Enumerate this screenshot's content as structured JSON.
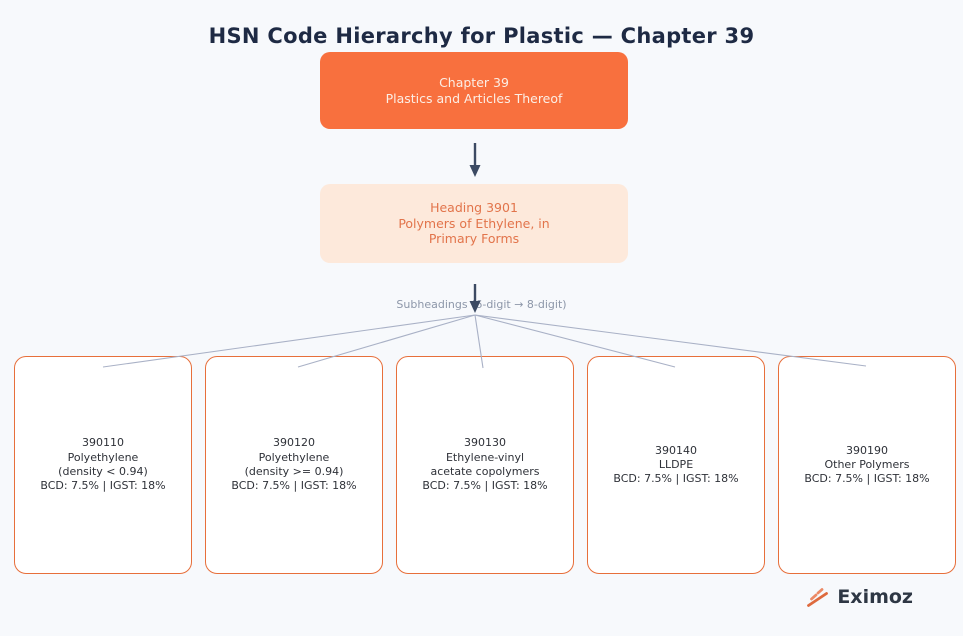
{
  "title": "HSN Code Hierarchy for Plastic — Chapter 39",
  "colors": {
    "background": "#F7F9FC",
    "chapter_fill": "#F8703E",
    "heading_fill": "#FDE9DB",
    "heading_text": "#E2744B",
    "leaf_border": "#E76F3B",
    "arrow": "#3C4A63",
    "connector_line": "#A9B1C6",
    "title_text": "#1E2A44"
  },
  "chapter_node": {
    "line1": "Chapter 39",
    "line2": "Plastics and Articles Thereof"
  },
  "heading_node": {
    "line1": "Heading 3901",
    "line2": "Polymers of Ethylene, in",
    "line3": "Primary Forms"
  },
  "subheadings_label": "Subheadings (6-digit → 8-digit)",
  "subheadings": [
    {
      "code": "390110",
      "line1": "Polyethylene",
      "line2": "(density < 0.94)",
      "tariff": "BCD: 7.5% | IGST: 18%"
    },
    {
      "code": "390120",
      "line1": "Polyethylene",
      "line2": "(density >= 0.94)",
      "tariff": "BCD: 7.5% | IGST: 18%"
    },
    {
      "code": "390130",
      "line1": "Ethylene-vinyl",
      "line2": "acetate copolymers",
      "tariff": "BCD: 7.5% | IGST: 18%"
    },
    {
      "code": "390140",
      "line1": "LLDPE",
      "tariff": "BCD: 7.5% | IGST: 18%"
    },
    {
      "code": "390190",
      "line1": "Other Polymers",
      "tariff": "BCD: 7.5% | IGST: 18%"
    }
  ],
  "logo": {
    "text": "Eximoz"
  }
}
